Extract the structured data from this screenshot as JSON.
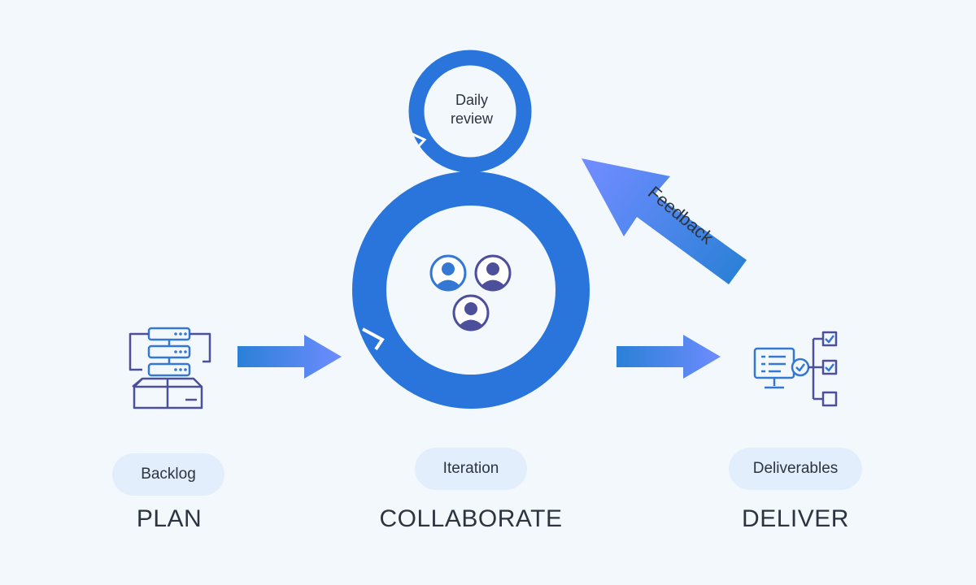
{
  "daily_review": {
    "line1": "Daily",
    "line2": "review"
  },
  "feedback_label": "Feedback",
  "stages": [
    {
      "pill": "Backlog",
      "phase": "PLAN"
    },
    {
      "pill": "Iteration",
      "phase": "COLLABORATE"
    },
    {
      "pill": "Deliverables",
      "phase": "DELIVER"
    }
  ],
  "colors": {
    "background": "#f3f8fd",
    "ring": "#2a75dc",
    "arrow_start": "#2a80d6",
    "arrow_end": "#6e8cff",
    "icon_blue": "#3478d4",
    "icon_purple": "#4c4f9a",
    "pill_bg": "#e2eefb",
    "text": "#2c3440"
  }
}
